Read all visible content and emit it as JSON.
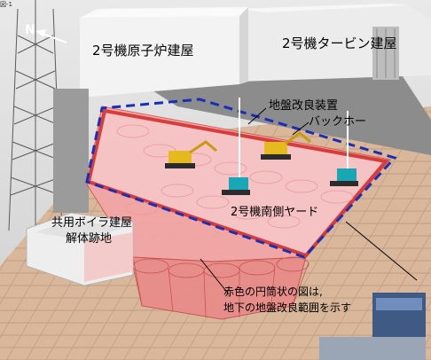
{
  "corner_text": "図-1",
  "north": "N",
  "labels": {
    "reactor_building": "2号機原子炉建屋",
    "turbine_building": "2号機タービン建屋",
    "ground_improvement_device": "地盤改良装置",
    "backhoe": "バックホー",
    "south_yard": "2号機南側ヤード",
    "boiler_building_line1": "共用ボイラ建屋",
    "boiler_building_line2": "解体跡地"
  },
  "note": {
    "line1": "赤色の円筒状の図は,",
    "line2": "地下の地盤改良範囲を示す"
  },
  "colors": {
    "work_area_boundary": "#1a2fb8",
    "improvement_range": "#e03030",
    "cylinder_fill": "#f08a8a"
  }
}
